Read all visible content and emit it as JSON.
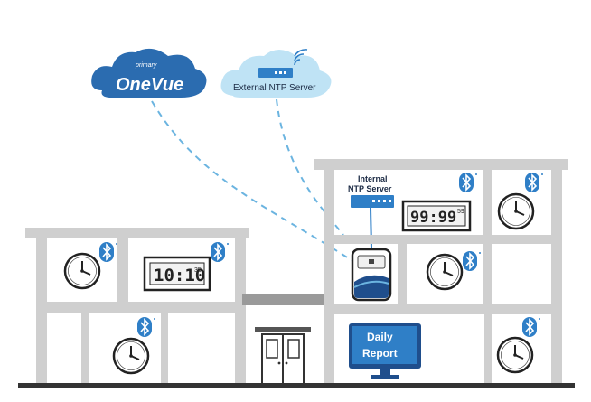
{
  "clouds": {
    "onevue": {
      "brand_small": "primary",
      "brand": "OneVue",
      "color": "#2b6cb0"
    },
    "external_ntp": {
      "label": "External NTP Server",
      "color": "#bfe3f5"
    }
  },
  "internal_ntp": {
    "label_line1": "Internal",
    "label_line2": "NTP Server"
  },
  "digital_clocks": {
    "left": {
      "time": "10:10",
      "seconds": "35"
    },
    "right": {
      "time": "99:99",
      "seconds": "59"
    }
  },
  "report": {
    "line1": "Daily",
    "line2": "Report"
  },
  "icons": {
    "analog_clock": "analog-clock-icon",
    "bluetooth": "bluetooth-icon",
    "server": "server-icon",
    "time_clock_device": "time-clock-device-icon",
    "monitor": "monitor-icon",
    "doors": "double-door-icon"
  },
  "colors": {
    "building": "#cfcfcf",
    "building_dark": "#9a9a9a",
    "accent_blue": "#2f7fc7",
    "dashed_link": "#6bb4e0",
    "ground": "#333333"
  }
}
